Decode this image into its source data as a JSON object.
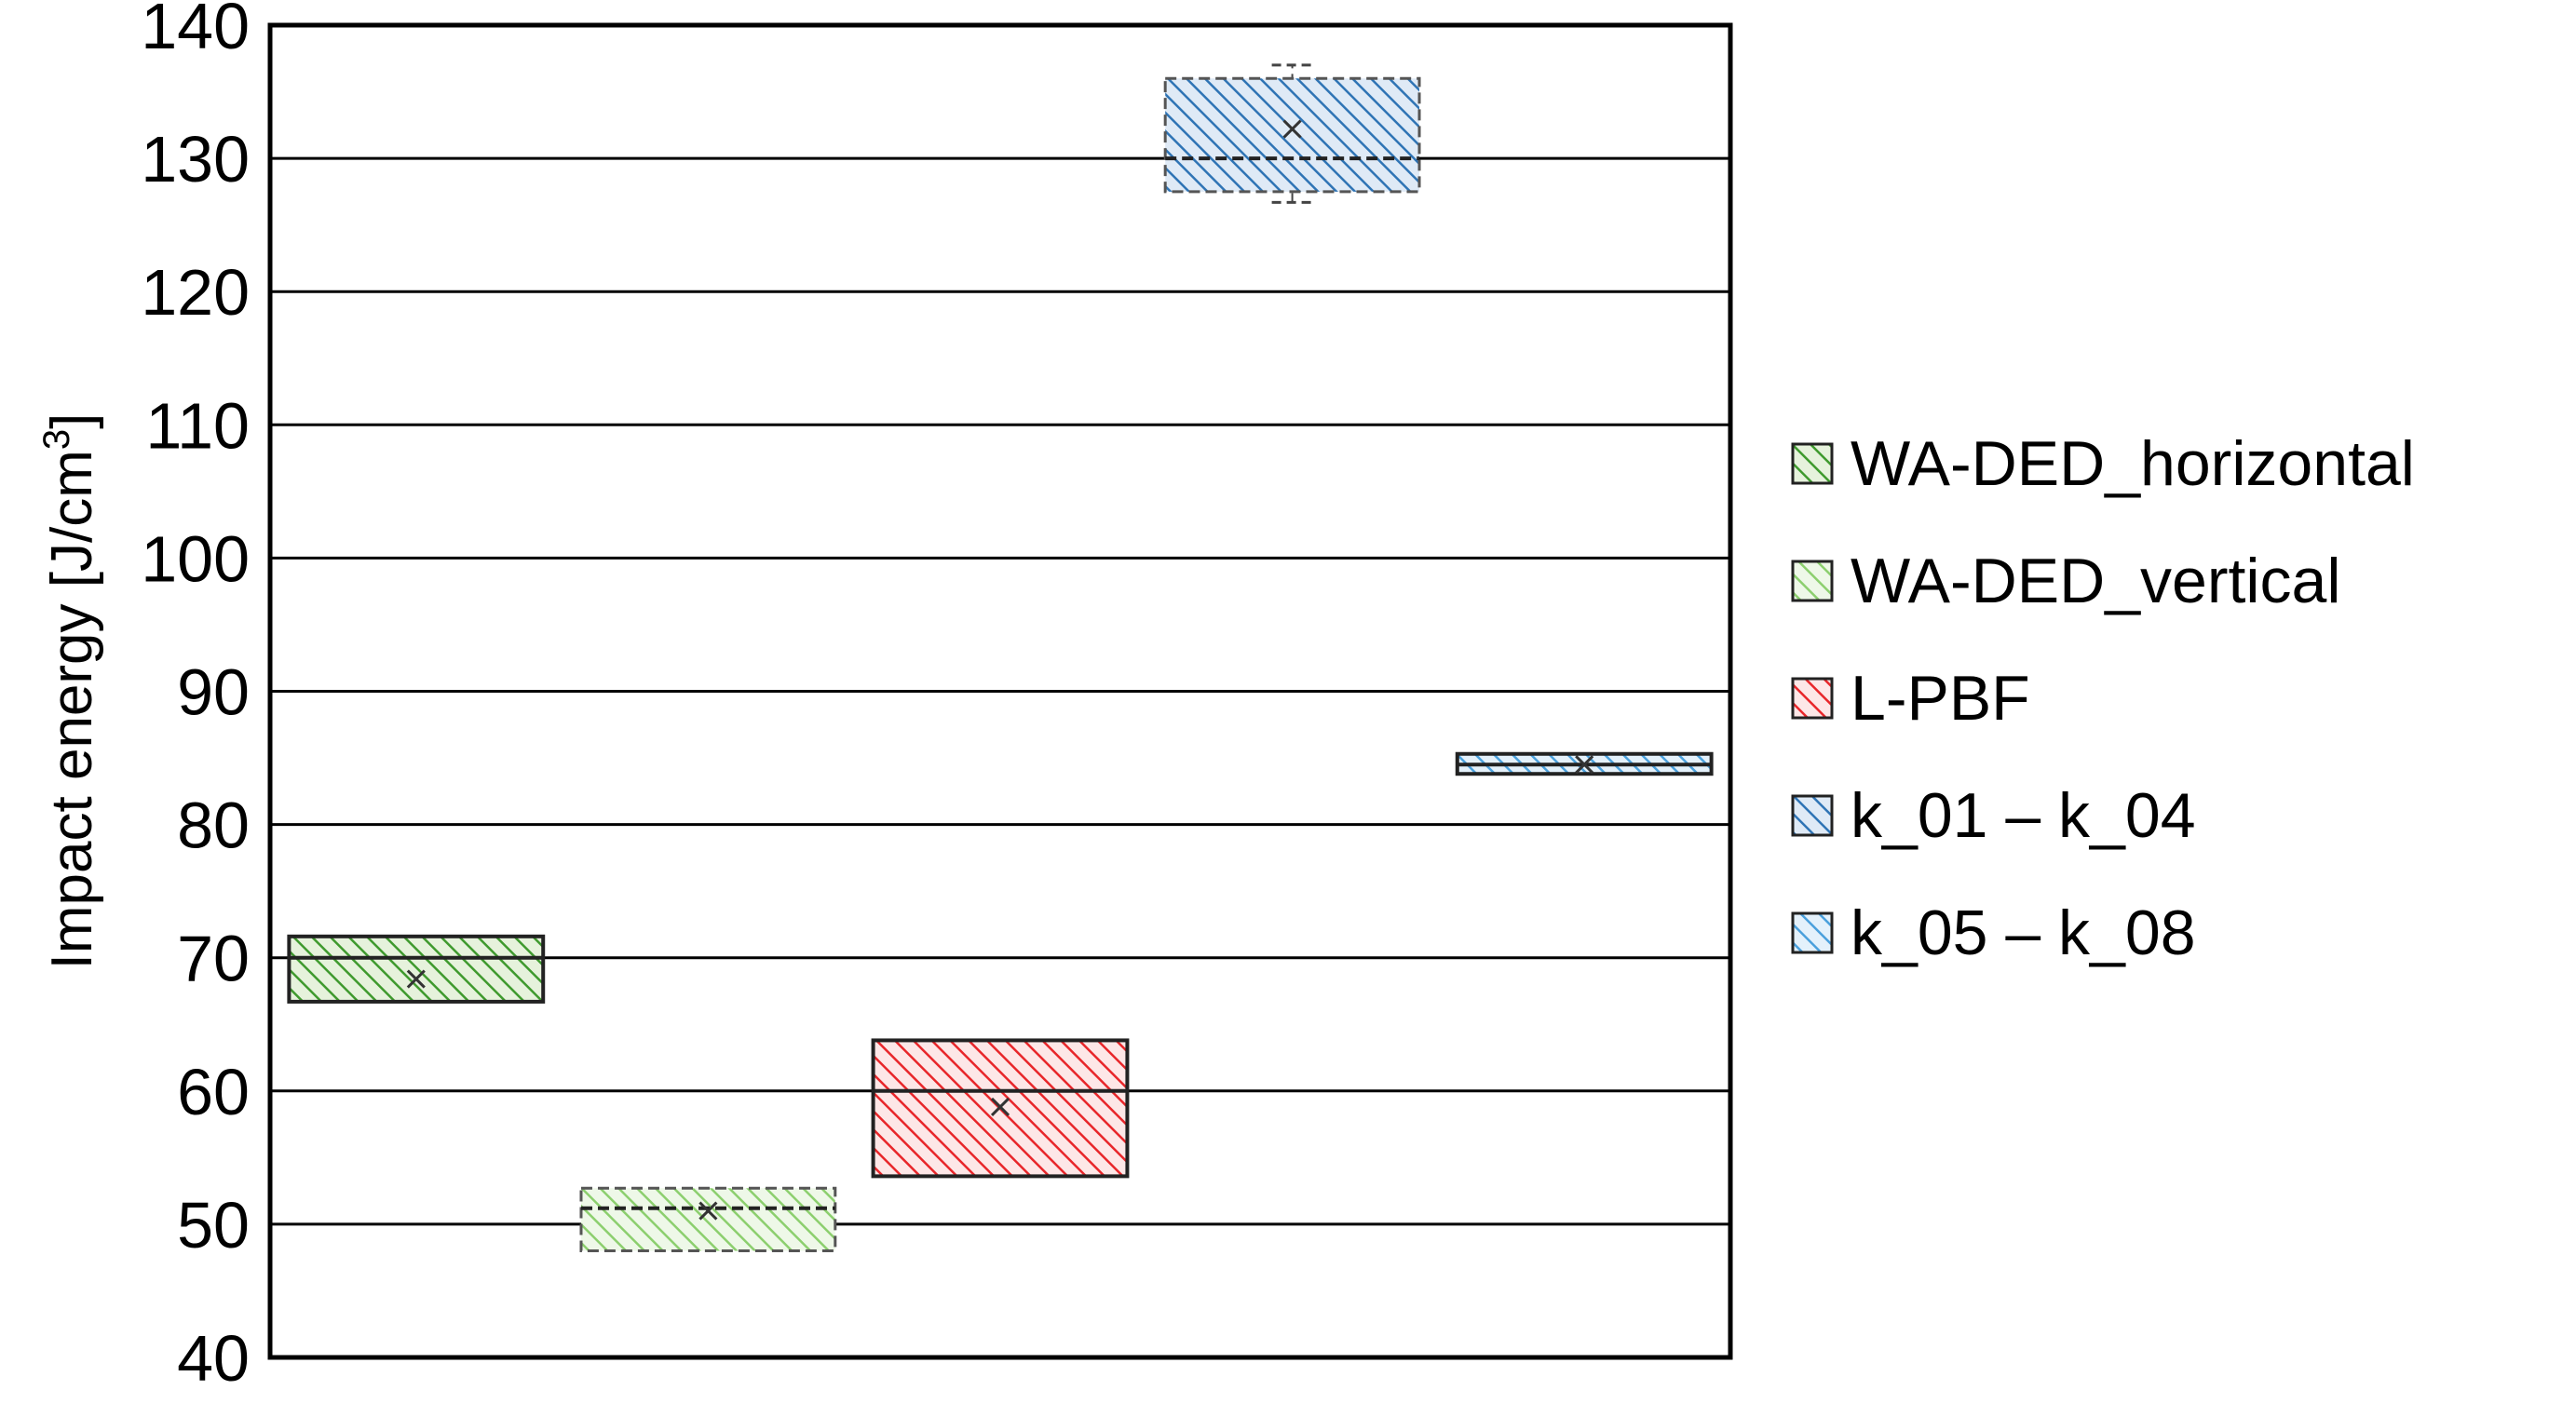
{
  "chart_data": {
    "type": "box",
    "title": "",
    "xlabel": "",
    "ylabel": "Impact energy [J/cm",
    "ylabel_sup": "3",
    "ylabel_close": "]",
    "ylim": [
      40,
      140
    ],
    "yticks": [
      40,
      50,
      60,
      70,
      80,
      90,
      100,
      110,
      120,
      130,
      140
    ],
    "grid": true,
    "legend_position": "right",
    "series": [
      {
        "name": "WA-DED_horizontal",
        "color": "#3f9a2e",
        "fill": "#e6f2dc",
        "box": {
          "q1": 66.7,
          "median": 70.0,
          "q3": 71.6,
          "mean": 68.4
        }
      },
      {
        "name": "WA-DED_vertical",
        "color": "#8ccf6e",
        "fill": "#eef8e8",
        "box": {
          "q1": 48.0,
          "median": 51.2,
          "q3": 52.7,
          "mean": 51.0
        }
      },
      {
        "name": "L-PBF",
        "color": "#e8262a",
        "fill": "#fde7e7",
        "box": {
          "q1": 53.6,
          "median": 60.0,
          "q3": 63.8,
          "mean": 58.8
        }
      },
      {
        "name": "k_01 – k_04",
        "color": "#2f74b5",
        "fill": "#dfeaf6",
        "box": {
          "q1": 127.5,
          "median": 130.0,
          "q3": 136.0,
          "mean": 132.2,
          "whisker_low": 126.7,
          "whisker_high": 137.0
        }
      },
      {
        "name": "k_05 – k_08",
        "color": "#4aa0dc",
        "fill": "#e4f1fb",
        "box": {
          "q1": 83.8,
          "median": 84.5,
          "q3": 85.3,
          "mean": 84.5
        }
      }
    ]
  }
}
